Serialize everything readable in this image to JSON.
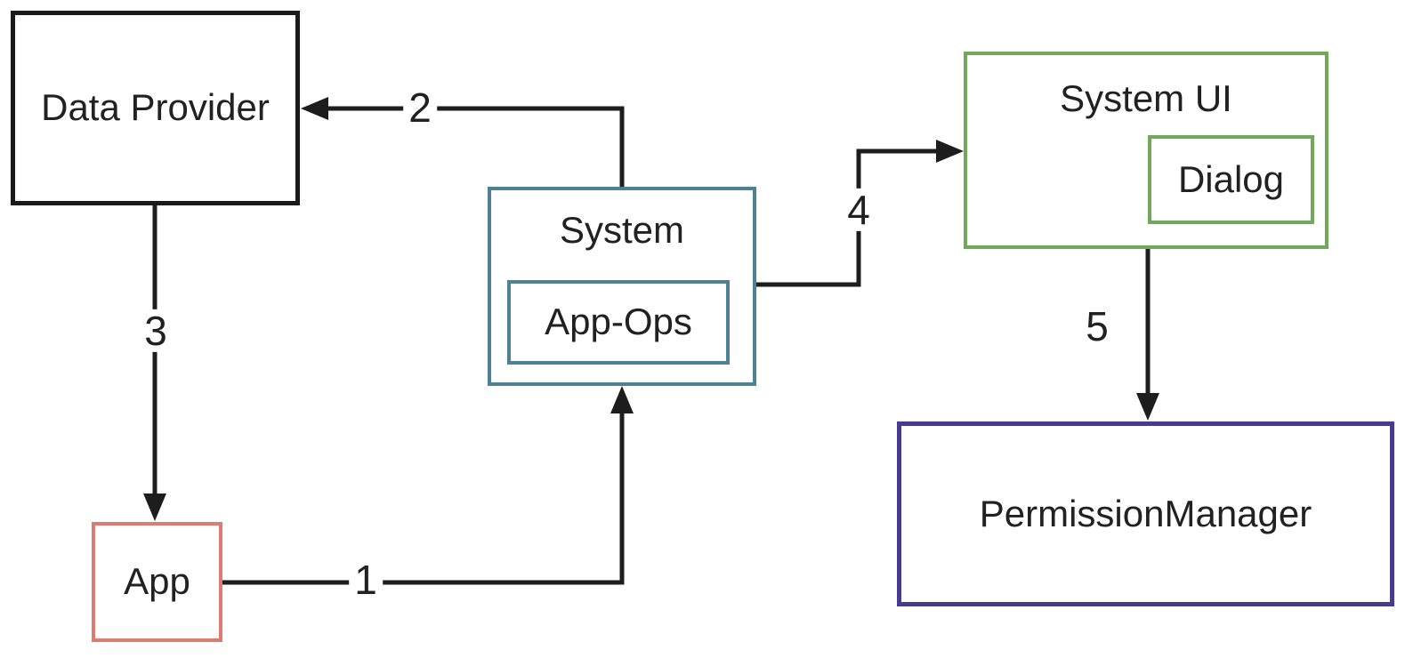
{
  "diagram": {
    "type": "flow-diagram",
    "nodes": {
      "data_provider": {
        "label": "Data Provider",
        "border_color": "#1a1a1a"
      },
      "app": {
        "label": "App",
        "border_color": "#de7b72"
      },
      "system": {
        "label": "System",
        "border_color": "#4d8194"
      },
      "app_ops": {
        "label": "App-Ops",
        "border_color": "#4d8194"
      },
      "system_ui": {
        "label": "System UI",
        "border_color": "#70a957"
      },
      "dialog": {
        "label": "Dialog",
        "border_color": "#70a957"
      },
      "permission_manager": {
        "label": "PermissionManager",
        "border_color": "#463b92"
      }
    },
    "edges": [
      {
        "label": "1",
        "from": "App",
        "to": "System"
      },
      {
        "label": "2",
        "from": "System",
        "to": "Data Provider"
      },
      {
        "label": "3",
        "from": "Data Provider",
        "to": "App"
      },
      {
        "label": "4",
        "from": "System",
        "to": "System UI"
      },
      {
        "label": "5",
        "from": "System UI",
        "to": "PermissionManager"
      }
    ],
    "colors": {
      "line": "#1d1d1d",
      "text": "#212121",
      "background": "#ffffff"
    }
  }
}
